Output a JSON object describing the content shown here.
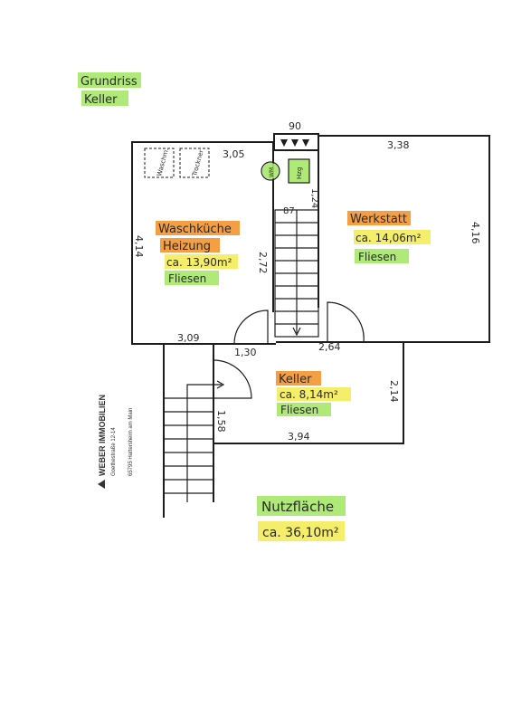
{
  "title": {
    "line1": "Grundriss",
    "line2": "Keller"
  },
  "rooms": {
    "waschkueche": {
      "name1": "Waschküche",
      "name2": "Heizung",
      "area": "ca. 13,90m²",
      "floor": "Fliesen"
    },
    "werkstatt": {
      "name": "Werkstatt",
      "area": "ca. 14,06m²",
      "floor": "Fliesen"
    },
    "keller": {
      "name": "Keller",
      "area": "ca. 8,14m²",
      "floor": "Fliesen"
    }
  },
  "fixtures": {
    "washer": "Waschm.",
    "dryer": "Trockner",
    "heater": "Hzg",
    "meter": "WM"
  },
  "dimensions": {
    "top_small": "90",
    "top_left": "3,05",
    "top_right": "3,38",
    "left_height": "4,14",
    "right_height": "4,16",
    "stair_top": "87",
    "stair_height": "1,24",
    "stair_len": "2,72",
    "bottom_left": "3,09",
    "bottom_mid": "1,30",
    "bottom_right": "2,64",
    "keller_right": "2,14",
    "keller_left": "1,58",
    "keller_bottom": "3,94"
  },
  "summary": {
    "label": "Nutzfläche",
    "value": "ca. 36,10m²"
  },
  "logo": {
    "company": "WEBER IMMOBILIEN",
    "street": "Goethestraße 12-14",
    "city": "65795 Hattersheim am Main"
  },
  "colors": {
    "green": "#a6e86a",
    "yellow": "#f3ec5a",
    "orange": "#f49a3a"
  }
}
